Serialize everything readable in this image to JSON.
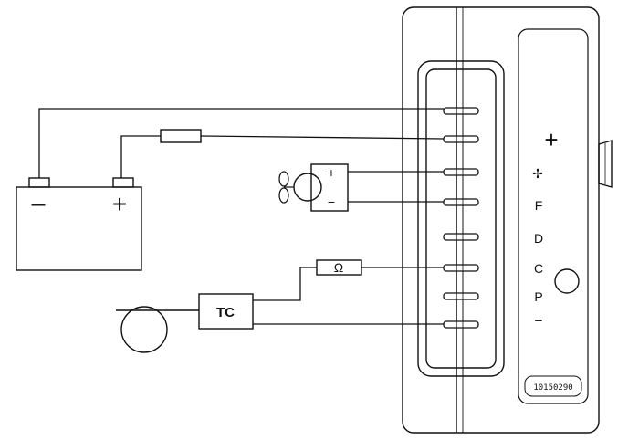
{
  "labels": {
    "battery_minus": "—",
    "battery_plus": "+",
    "resistor": "Ω",
    "tc_box": "TC",
    "motor_plus": "+",
    "motor_minus": "−"
  },
  "terminals": {
    "plus": "+",
    "fan": "✢",
    "F": "F",
    "D": "D",
    "C": "C",
    "P": "P",
    "minus": "−"
  },
  "part_number": "10150290",
  "colors": {
    "line": "#111111",
    "background": "#ffffff"
  }
}
